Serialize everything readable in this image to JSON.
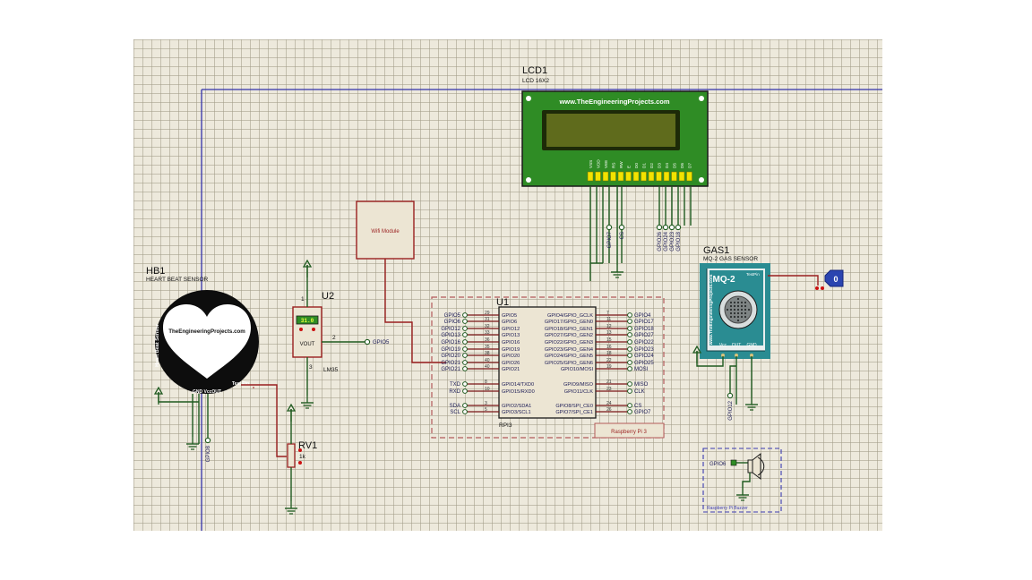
{
  "lcd": {
    "ref": "LCD1",
    "model": "LCD 16X2",
    "banner": "www.TheEngineeringProjects.com",
    "pins": [
      "VSS",
      "VDD",
      "VEE",
      "RS",
      "RW",
      "E",
      "D0",
      "D1",
      "D2",
      "D3",
      "D4",
      "D5",
      "D6",
      "D7"
    ],
    "nets": [
      "GPIO7",
      "CS",
      "GPIO26",
      "GPIO24",
      "GPIO23",
      "GPIO18"
    ]
  },
  "wifi": {
    "label": "Wifi Module"
  },
  "heartbeat": {
    "ref": "HB1",
    "model": "HEART BEAT SENSOR",
    "brand": "TheEngineeringProjects.com",
    "side_text": "Heart Beat Sensor",
    "testpin": "Test Pin",
    "pin_labels": "GND VccOUT",
    "net": "GPIO8"
  },
  "temp": {
    "ref": "U2",
    "display": "31.0",
    "vout": "VOUT",
    "model": "LM35",
    "pin1": "1",
    "pin2": "2",
    "pin3": "3",
    "net": "GPIO5"
  },
  "pot": {
    "ref": "RV1",
    "value": "1k"
  },
  "rpi": {
    "ref": "U1",
    "model": "RPI3",
    "title": "Raspberry Pi 3",
    "left_nets": [
      "GPIO5",
      "GPIO6",
      "GPIO12",
      "GPIO13",
      "GPIO16",
      "GPIO19",
      "GPIO20",
      "GPIO21",
      "GPIO21",
      "TXD",
      "RXD",
      "SDA",
      "SCL"
    ],
    "left_nums": [
      "29",
      "31",
      "32",
      "33",
      "36",
      "35",
      "38",
      "40",
      "40",
      "8",
      "10",
      "3",
      "5"
    ],
    "left_inner": [
      "GPIO5",
      "GPIO6",
      "GPIO12",
      "GPIO13",
      "GPIO16",
      "GPIO19",
      "GPIO20",
      "GPIO26",
      "GPIO21",
      "GPIO14/TXD0",
      "GPIO15/RXD0",
      "GPIO2/SDA1",
      "GPIO3/SCL1"
    ],
    "right_inner": [
      "GPIO4/GPIO_GCLK",
      "GPIO17/GPIO_GEN0",
      "GPIO18/GPIO_GEN1",
      "GPIO27/GPIO_GEN2",
      "GPIO22/GPIO_GEN3",
      "GPIO23/GPIO_GEN4",
      "GPIO24/GPIO_GEN5",
      "GPIO25/GPIO_GEN6",
      "GPIO10/MOSI",
      "GPIO9/MISO",
      "GPIO11/CLK",
      "GPIO8/SPI_CE0",
      "GPIO7/SPI_CE1"
    ],
    "right_nums": [
      "7",
      "11",
      "12",
      "13",
      "15",
      "16",
      "18",
      "22",
      "19",
      "21",
      "23",
      "24",
      "26"
    ],
    "right_nets": [
      "GPIO4",
      "GPIO17",
      "GPIO18",
      "GPIO27",
      "GPIO22",
      "GPIO23",
      "GPIO24",
      "GPIO25",
      "MOSI",
      "MISO",
      "CLK",
      "CS",
      "GPIO7"
    ]
  },
  "gas": {
    "ref": "GAS1",
    "model": "MQ-2 GAS SENSOR",
    "title": "MQ-2",
    "testpin": "TestPin",
    "side_text": "www.TheEngineeringProjects.com",
    "pins": [
      "Vcc",
      "OUT",
      "GND"
    ],
    "net": "GPIO12",
    "logic_value": "0"
  },
  "buzzer": {
    "net": "GPIO6",
    "label": "Raspberry Pi Buzzer"
  },
  "colors": {
    "wire": "#9a1f1f",
    "ground": "#1f5a1f",
    "lcd_board": "#2f8c25",
    "lcd_screen": "#5f6b1c",
    "gas_board": "#2a8c92",
    "frame_blue": "#3333aa"
  }
}
